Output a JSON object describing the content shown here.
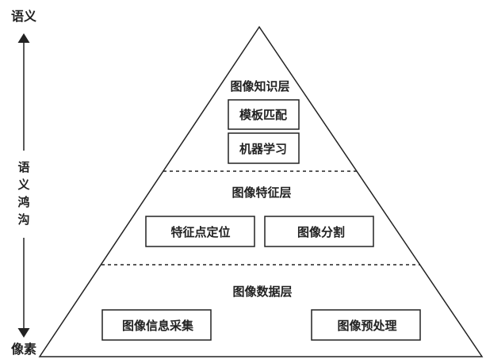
{
  "axis": {
    "top_label": "语义",
    "bottom_label": "像素",
    "middle_label": [
      "语",
      "义",
      "鸿",
      "沟"
    ]
  },
  "layers": [
    {
      "title": "图像知识层",
      "items": [
        "模板匹配",
        "机器学习"
      ]
    },
    {
      "title": "图像特征层",
      "items": [
        "特征点定位",
        "图像分割"
      ]
    },
    {
      "title": "图像数据层",
      "items": [
        "图像信息采集",
        "图像预处理"
      ]
    }
  ]
}
